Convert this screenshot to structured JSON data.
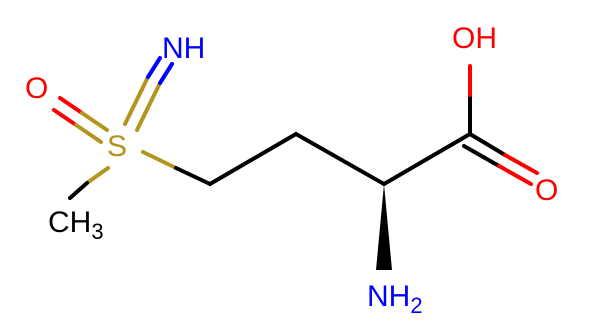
{
  "structure": {
    "atoms": {
      "imine": {
        "label": "NH",
        "color": "#0000ff"
      },
      "sulfoxide_o": {
        "label": "O",
        "color": "#ff0000"
      },
      "sulfur": {
        "label": "S",
        "color": "#b3941f"
      },
      "methyl": {
        "label": "CH",
        "sub": "3",
        "color": "#000000"
      },
      "hydroxyl": {
        "label": "OH",
        "color": "#ff0000"
      },
      "carbonyl_o": {
        "label": "O",
        "color": "#ff0000"
      },
      "amine": {
        "label": "NH",
        "sub": "2",
        "color": "#0000ff"
      }
    },
    "bond_color": "#000000"
  }
}
